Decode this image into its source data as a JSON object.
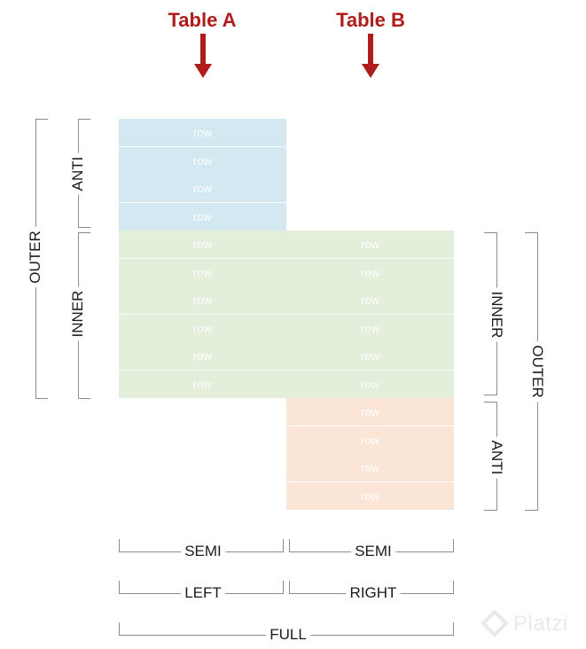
{
  "headers": {
    "table_a": "Table A",
    "table_b": "Table B"
  },
  "row_label": "row",
  "rows": {
    "a_only_count": 4,
    "both_count": 6,
    "b_only_count": 4
  },
  "labels": {
    "left_outer": "OUTER",
    "left_anti": "ANTI",
    "left_inner": "INNER",
    "right_inner": "INNER",
    "right_anti": "ANTI",
    "right_outer": "OUTER",
    "semi_left": "SEMI",
    "semi_right": "SEMI",
    "left": "LEFT",
    "right": "RIGHT",
    "full": "FULL"
  },
  "watermark": "Platzi",
  "colors": {
    "title": "#b01c1c",
    "a_only": "#d3e8f1",
    "both": "#e3eedb",
    "b_only": "#fbe5d7",
    "bracket": "#8c8c8c"
  }
}
